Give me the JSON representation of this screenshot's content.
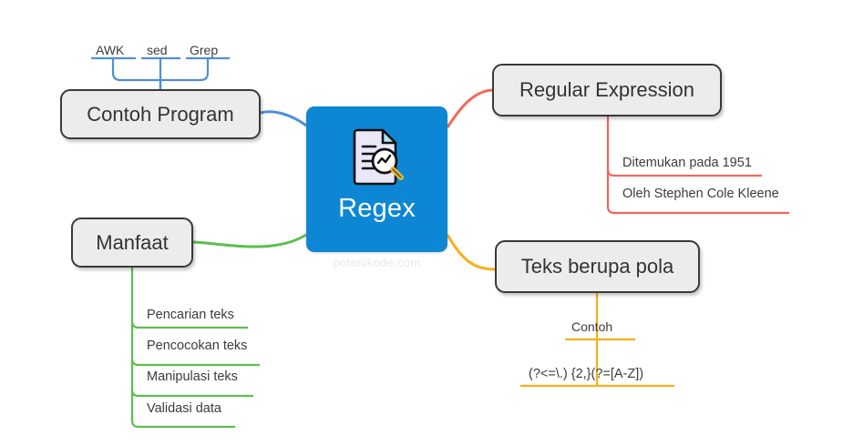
{
  "watermark": "petanikode.com",
  "center": {
    "label": "Regex",
    "icon": "document-magnifier-icon",
    "color": "#0d87d4"
  },
  "branches": [
    {
      "id": "contoh-program",
      "label": "Contoh Program",
      "color": "#4f8fd6",
      "position": "top-left",
      "children": [
        {
          "label": "AWK"
        },
        {
          "label": "sed"
        },
        {
          "label": "Grep"
        }
      ]
    },
    {
      "id": "regular-expression",
      "label": "Regular Expression",
      "color": "#f4685b",
      "position": "top-right",
      "children": [
        {
          "label": "Ditemukan pada 1951"
        },
        {
          "label": "Oleh Stephen Cole Kleene"
        }
      ]
    },
    {
      "id": "manfaat",
      "label": "Manfaat",
      "color": "#5cbf4e",
      "position": "bottom-left",
      "children": [
        {
          "label": "Pencarian teks"
        },
        {
          "label": "Pencocokan teks"
        },
        {
          "label": "Manipulasi teks"
        },
        {
          "label": "Validasi data"
        }
      ]
    },
    {
      "id": "teks-berupa-pola",
      "label": "Teks berupa pola",
      "color": "#faaf18",
      "position": "bottom-right",
      "children": [
        {
          "label": "Contoh"
        },
        {
          "label": "(?<=\\.) {2,}(?=[A-Z])"
        }
      ]
    }
  ],
  "colors": {
    "box_fill": "#ececec",
    "box_border": "#3a3a3a",
    "text": "#333333",
    "background": "#ffffff"
  }
}
